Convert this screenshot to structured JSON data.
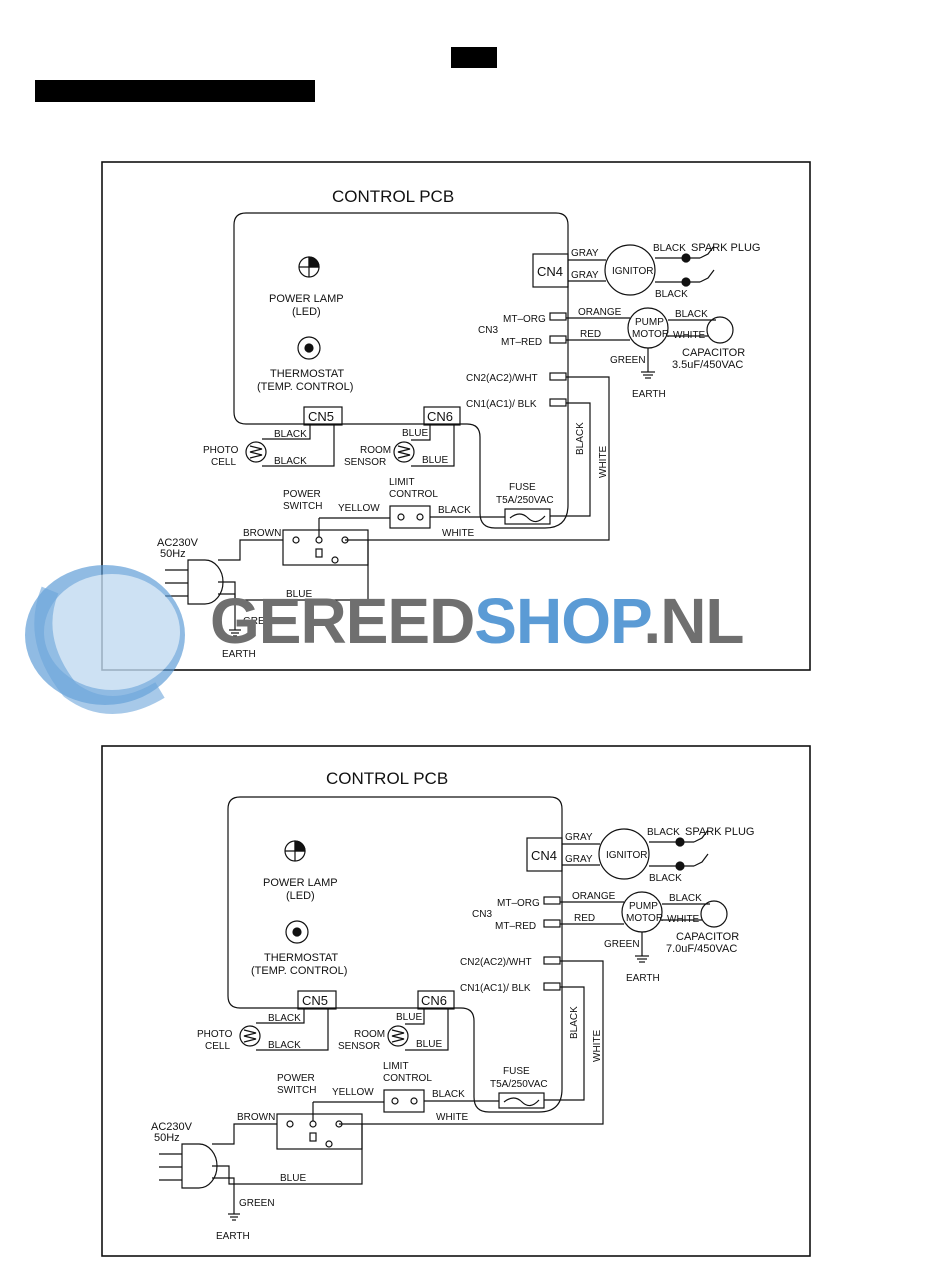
{
  "diagrams": [
    {
      "title": "CONTROL PCB",
      "labels": {
        "power_lamp": "POWER LAMP",
        "power_lamp_sub": "(LED)",
        "thermostat": "THERMOSTAT",
        "thermostat_sub": "(TEMP. CONTROL)",
        "cn4": "CN4",
        "cn5": "CN5",
        "cn6": "CN6",
        "gray1": "GRAY",
        "gray2": "GRAY",
        "ignitor": "IGNITOR",
        "black_spark": "BLACK",
        "spark_plug": "SPARK  PLUG",
        "black_ign": "BLACK",
        "mt_org": "MT–ORG",
        "cn3": "CN3",
        "mt_red": "MT–RED",
        "orange": "ORANGE",
        "red": "RED",
        "pump": "PUMP",
        "motor": "MOTOR",
        "black_pump": "BLACK",
        "white_pump": "WHITE",
        "capacitor": "CAPACITOR",
        "capacitor_value": "3.5uF/450VAC",
        "green_pump": "GREEN",
        "earth_pump": "EARTH",
        "cn2": "CN2(AC2)/WHT",
        "cn1": "CN1(AC1)/ BLK",
        "black_vert": "BLACK",
        "white_vert": "WHITE",
        "photo": "PHOTO",
        "cell": "CELL",
        "black_cn5_top": "BLACK",
        "black_cn5_bot": "BLACK",
        "room": "ROOM",
        "sensor": "SENSOR",
        "blue_cn6_top": "BLUE",
        "blue_cn6_bot": "BLUE",
        "power": "POWER",
        "switch": "SWITCH",
        "yellow": "YELLOW",
        "limit": "LIMIT",
        "control": "CONTROL",
        "black_limit": "BLACK",
        "fuse": "FUSE",
        "fuse_value": "T5A/250VAC",
        "white_bottom": "WHITE",
        "brown": "BROWN",
        "ac": "AC230V",
        "hz": "50Hz",
        "blue_bottom": "BLUE",
        "green_earth": "GREEN",
        "earth": "EARTH"
      }
    },
    {
      "title": "CONTROL PCB",
      "labels": {
        "power_lamp": "POWER LAMP",
        "power_lamp_sub": "(LED)",
        "thermostat": "THERMOSTAT",
        "thermostat_sub": "(TEMP. CONTROL)",
        "cn4": "CN4",
        "cn5": "CN5",
        "cn6": "CN6",
        "gray1": "GRAY",
        "gray2": "GRAY",
        "ignitor": "IGNITOR",
        "black_spark": "BLACK",
        "spark_plug": "SPARK  PLUG",
        "black_ign": "BLACK",
        "mt_org": "MT–ORG",
        "cn3": "CN3",
        "mt_red": "MT–RED",
        "orange": "ORANGE",
        "red": "RED",
        "pump": "PUMP",
        "motor": "MOTOR",
        "black_pump": "BLACK",
        "white_pump": "WHITE",
        "capacitor": "CAPACITOR",
        "capacitor_value": "7.0uF/450VAC",
        "green_pump": "GREEN",
        "earth_pump": "EARTH",
        "cn2": "CN2(AC2)/WHT",
        "cn1": "CN1(AC1)/ BLK",
        "black_vert": "BLACK",
        "white_vert": "WHITE",
        "photo": "PHOTO",
        "cell": "CELL",
        "black_cn5_top": "BLACK",
        "black_cn5_bot": "BLACK",
        "room": "ROOM",
        "sensor": "SENSOR",
        "blue_cn6_top": "BLUE",
        "blue_cn6_bot": "BLUE",
        "power": "POWER",
        "switch": "SWITCH",
        "yellow": "YELLOW",
        "limit": "LIMIT",
        "control": "CONTROL",
        "black_limit": "BLACK",
        "fuse": "FUSE",
        "fuse_value": "T5A/250VAC",
        "white_bottom": "WHITE",
        "brown": "BROWN",
        "ac": "AC230V",
        "hz": "50Hz",
        "blue_bottom": "BLUE",
        "green_earth": "GREEN",
        "earth": "EARTH"
      }
    }
  ],
  "watermark": {
    "part1": "GEREED",
    "part2": "SHOP",
    "part3": ".NL",
    "gray_color": "#6f6f6f",
    "blue_color": "#5b9bd5"
  }
}
